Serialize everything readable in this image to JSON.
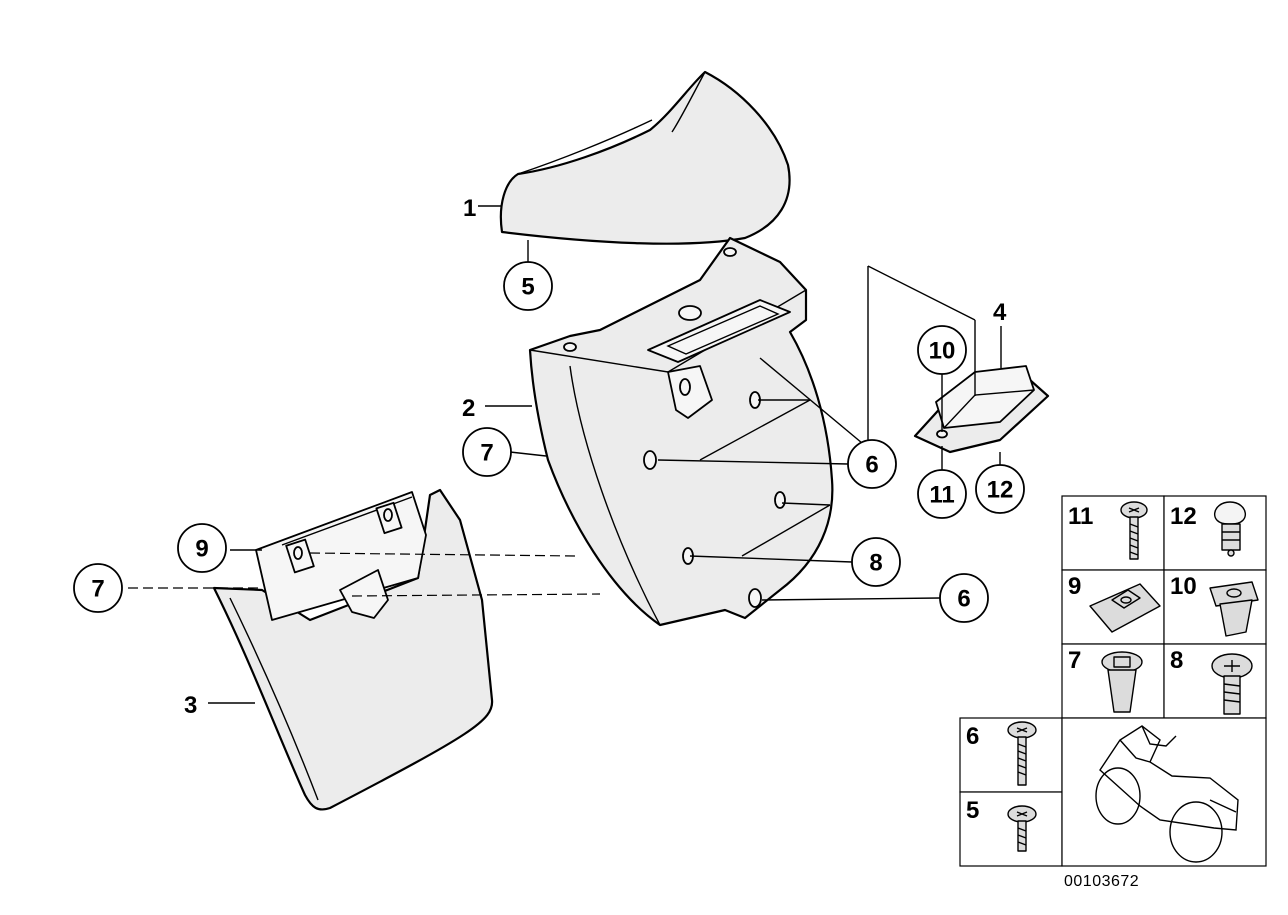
{
  "diagram": {
    "reference_code": "00103672",
    "plain_labels": {
      "part_1": "1",
      "part_2": "2",
      "part_3": "3",
      "part_4": "4"
    },
    "callouts": {
      "c5": "5",
      "c6_top": "6",
      "c6_bottom": "6",
      "c7_main": "7",
      "c7_left": "7",
      "c8": "8",
      "c9": "9",
      "c10": "10",
      "c11": "11",
      "c12": "12"
    },
    "hardware_table": [
      {
        "label": "11",
        "icon": "screw-icon"
      },
      {
        "label": "12",
        "icon": "bulb-icon"
      },
      {
        "label": "9",
        "icon": "spring-nut-icon"
      },
      {
        "label": "10",
        "icon": "expanding-nut-icon"
      },
      {
        "label": "7",
        "icon": "rubber-nut-icon"
      },
      {
        "label": "8",
        "icon": "torx-screw-icon"
      },
      {
        "label": "6",
        "icon": "long-screw-icon"
      },
      {
        "label": "5",
        "icon": "short-screw-icon"
      }
    ],
    "thumbnail_icon": "motorcycle-icon"
  }
}
